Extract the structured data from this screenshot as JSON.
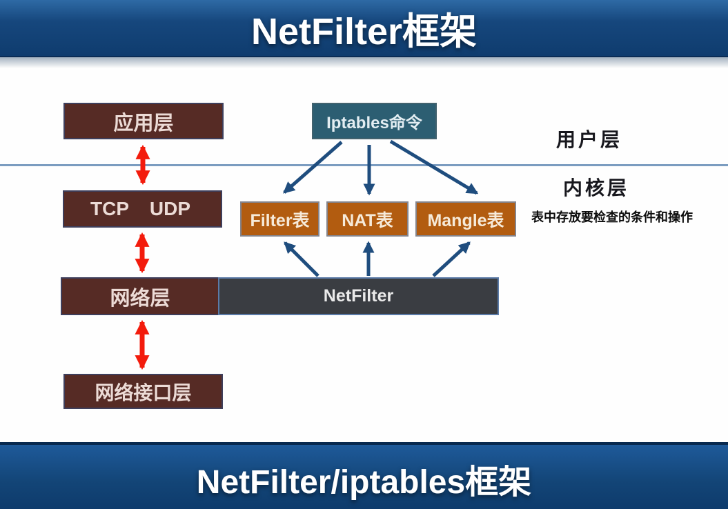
{
  "slide": {
    "top_banner": {
      "title": "NetFilter框架"
    },
    "bottom_banner": {
      "title": "NetFilter/iptables框架"
    }
  },
  "diagram": {
    "boxes": {
      "app_layer": "应用层",
      "tcp": "TCP",
      "udp": "UDP",
      "network_layer": "网络层",
      "network_interface_layer": "网络接口层",
      "iptables_command": "Iptables命令",
      "filter_table": "Filter表",
      "nat_table": "NAT表",
      "mangle_table": "Mangle表",
      "netfilter": "NetFilter"
    },
    "annotations": {
      "user_layer": "用户层",
      "kernel_layer": "内核层",
      "table_note": "表中存放要检查的条件和操作"
    },
    "colors": {
      "banner_blue_top": "#2e6aa5",
      "banner_blue_bottom": "#0f3c6e",
      "maroon_box": "#562b25",
      "teal_box": "#2c5e72",
      "orange_box": "#b25c10",
      "netfilter_gray": "#3a3d42",
      "red_arrow": "#f31b0c",
      "blue_arrow": "#1f4d7e",
      "divider_line": "#7b9cc0"
    }
  }
}
